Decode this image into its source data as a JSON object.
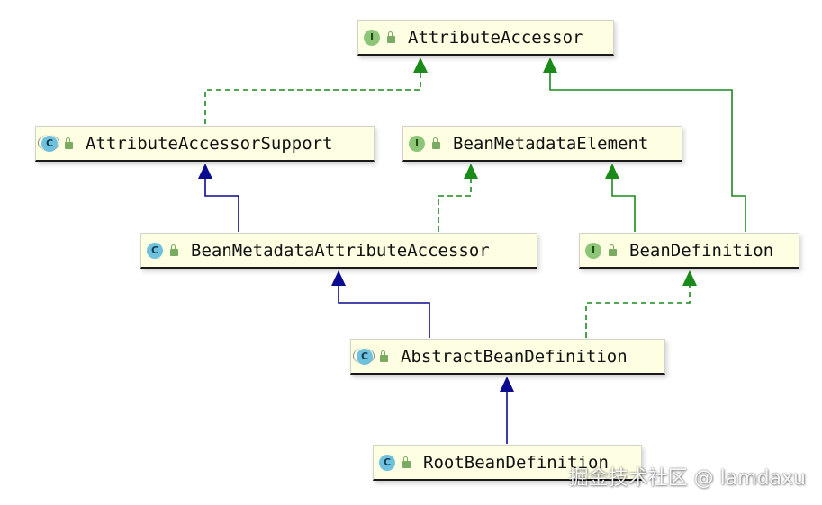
{
  "diagram": {
    "nodes": [
      {
        "id": "attribute-accessor",
        "kind": "interface",
        "badge": "I",
        "label": "AttributeAccessor"
      },
      {
        "id": "attribute-accessor-support",
        "kind": "abstract-class",
        "badge": "C",
        "label": "AttributeAccessorSupport"
      },
      {
        "id": "bean-metadata-element",
        "kind": "interface",
        "badge": "I",
        "label": "BeanMetadataElement"
      },
      {
        "id": "bean-metadata-attribute-accessor",
        "kind": "class",
        "badge": "C",
        "label": "BeanMetadataAttributeAccessor"
      },
      {
        "id": "bean-definition",
        "kind": "interface",
        "badge": "I",
        "label": "BeanDefinition"
      },
      {
        "id": "abstract-bean-definition",
        "kind": "abstract-class",
        "badge": "C",
        "label": "AbstractBeanDefinition"
      },
      {
        "id": "root-bean-definition",
        "kind": "class",
        "badge": "C",
        "label": "RootBeanDefinition"
      }
    ],
    "edges": [
      {
        "from": "attribute-accessor-support",
        "to": "attribute-accessor",
        "relation": "implements"
      },
      {
        "from": "bean-definition",
        "to": "attribute-accessor",
        "relation": "extends-interface"
      },
      {
        "from": "bean-metadata-attribute-accessor",
        "to": "attribute-accessor-support",
        "relation": "extends"
      },
      {
        "from": "bean-metadata-attribute-accessor",
        "to": "bean-metadata-element",
        "relation": "implements"
      },
      {
        "from": "bean-definition",
        "to": "bean-metadata-element",
        "relation": "extends-interface"
      },
      {
        "from": "abstract-bean-definition",
        "to": "bean-metadata-attribute-accessor",
        "relation": "extends"
      },
      {
        "from": "abstract-bean-definition",
        "to": "bean-definition",
        "relation": "implements"
      },
      {
        "from": "root-bean-definition",
        "to": "abstract-bean-definition",
        "relation": "extends"
      }
    ],
    "colors": {
      "extends": "#0b0b8f",
      "implements": "#1a8a1a",
      "node_fill": "#fefee3",
      "interface_badge": "#8ec679",
      "class_badge": "#6fc2dd"
    }
  },
  "watermark": "掘金技术社区 @ lamdaxu"
}
